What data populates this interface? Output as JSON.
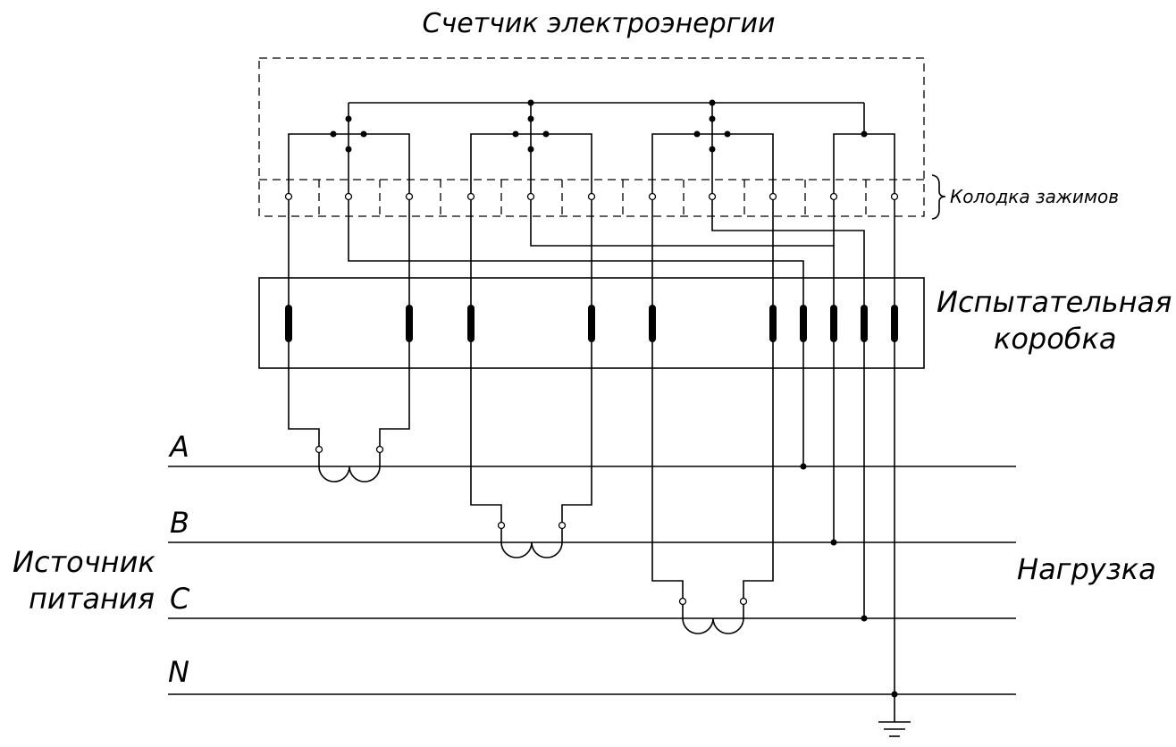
{
  "labels": {
    "meter_title": "Счетчик электроэнергии",
    "terminal_block": "Колодка зажимов",
    "test_box_line1": "Испытательная",
    "test_box_line2": "коробка",
    "source_line1": "Источник",
    "source_line2": "питания",
    "load": "Нагрузка"
  },
  "phases": [
    {
      "id": "A",
      "label": "A"
    },
    {
      "id": "B",
      "label": "B"
    },
    {
      "id": "C",
      "label": "C"
    },
    {
      "id": "N",
      "label": "N"
    }
  ],
  "colors": {
    "line": "#000000",
    "background": "#ffffff"
  }
}
